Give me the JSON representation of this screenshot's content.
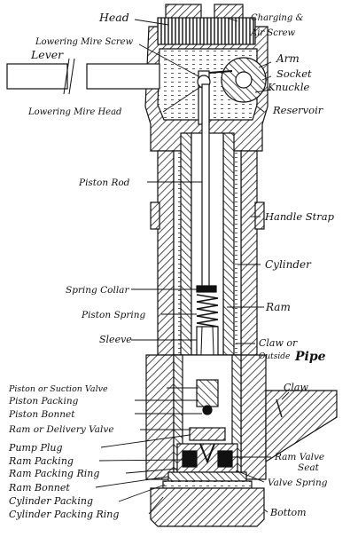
{
  "figure": {
    "labels": {
      "head": "Head",
      "charging_screw_1": "Charging &",
      "charging_screw_2": "Air Screw",
      "lowering_screw": "Lowering Mire Screw",
      "lever": "Lever",
      "arm": "Arm",
      "socket": "Socket",
      "knuckle": "Knuckle",
      "lowering_head": "Lowering Mire Head",
      "reservoir": "Reservoir",
      "piston_rod": "Piston Rod",
      "handle_strap": "Handle Strap",
      "cylinder": "Cylinder",
      "spring_collar": "Spring Collar",
      "ram": "Ram",
      "piston_spring": "Piston Spring",
      "sleeve": "Sleeve",
      "claw_pipe_1": "Claw or",
      "claw_pipe_2": "Outside",
      "claw_pipe_3": "Pipe",
      "suction_valve": "Piston or Suction Valve",
      "piston_packing": "Piston Packing",
      "piston_bonnet": "Piston Bonnet",
      "delivery_valve": "Ram or Delivery Valve",
      "claw": "Claw",
      "pump_plug": "Pump Plug",
      "ram_packing": "Ram Packing",
      "ram_packing_ring": "Ram Packing Ring",
      "ram_bonnet": "Ram Bonnet",
      "ram_valve_seat_1": "Ram Valve",
      "ram_valve_seat_2": "Seat",
      "valve_spring": "Valve Spring",
      "cylinder_packing": "Cylinder Packing",
      "cylinder_packing_ring": "Cylinder Packing Ring",
      "bottom": "Bottom"
    }
  }
}
